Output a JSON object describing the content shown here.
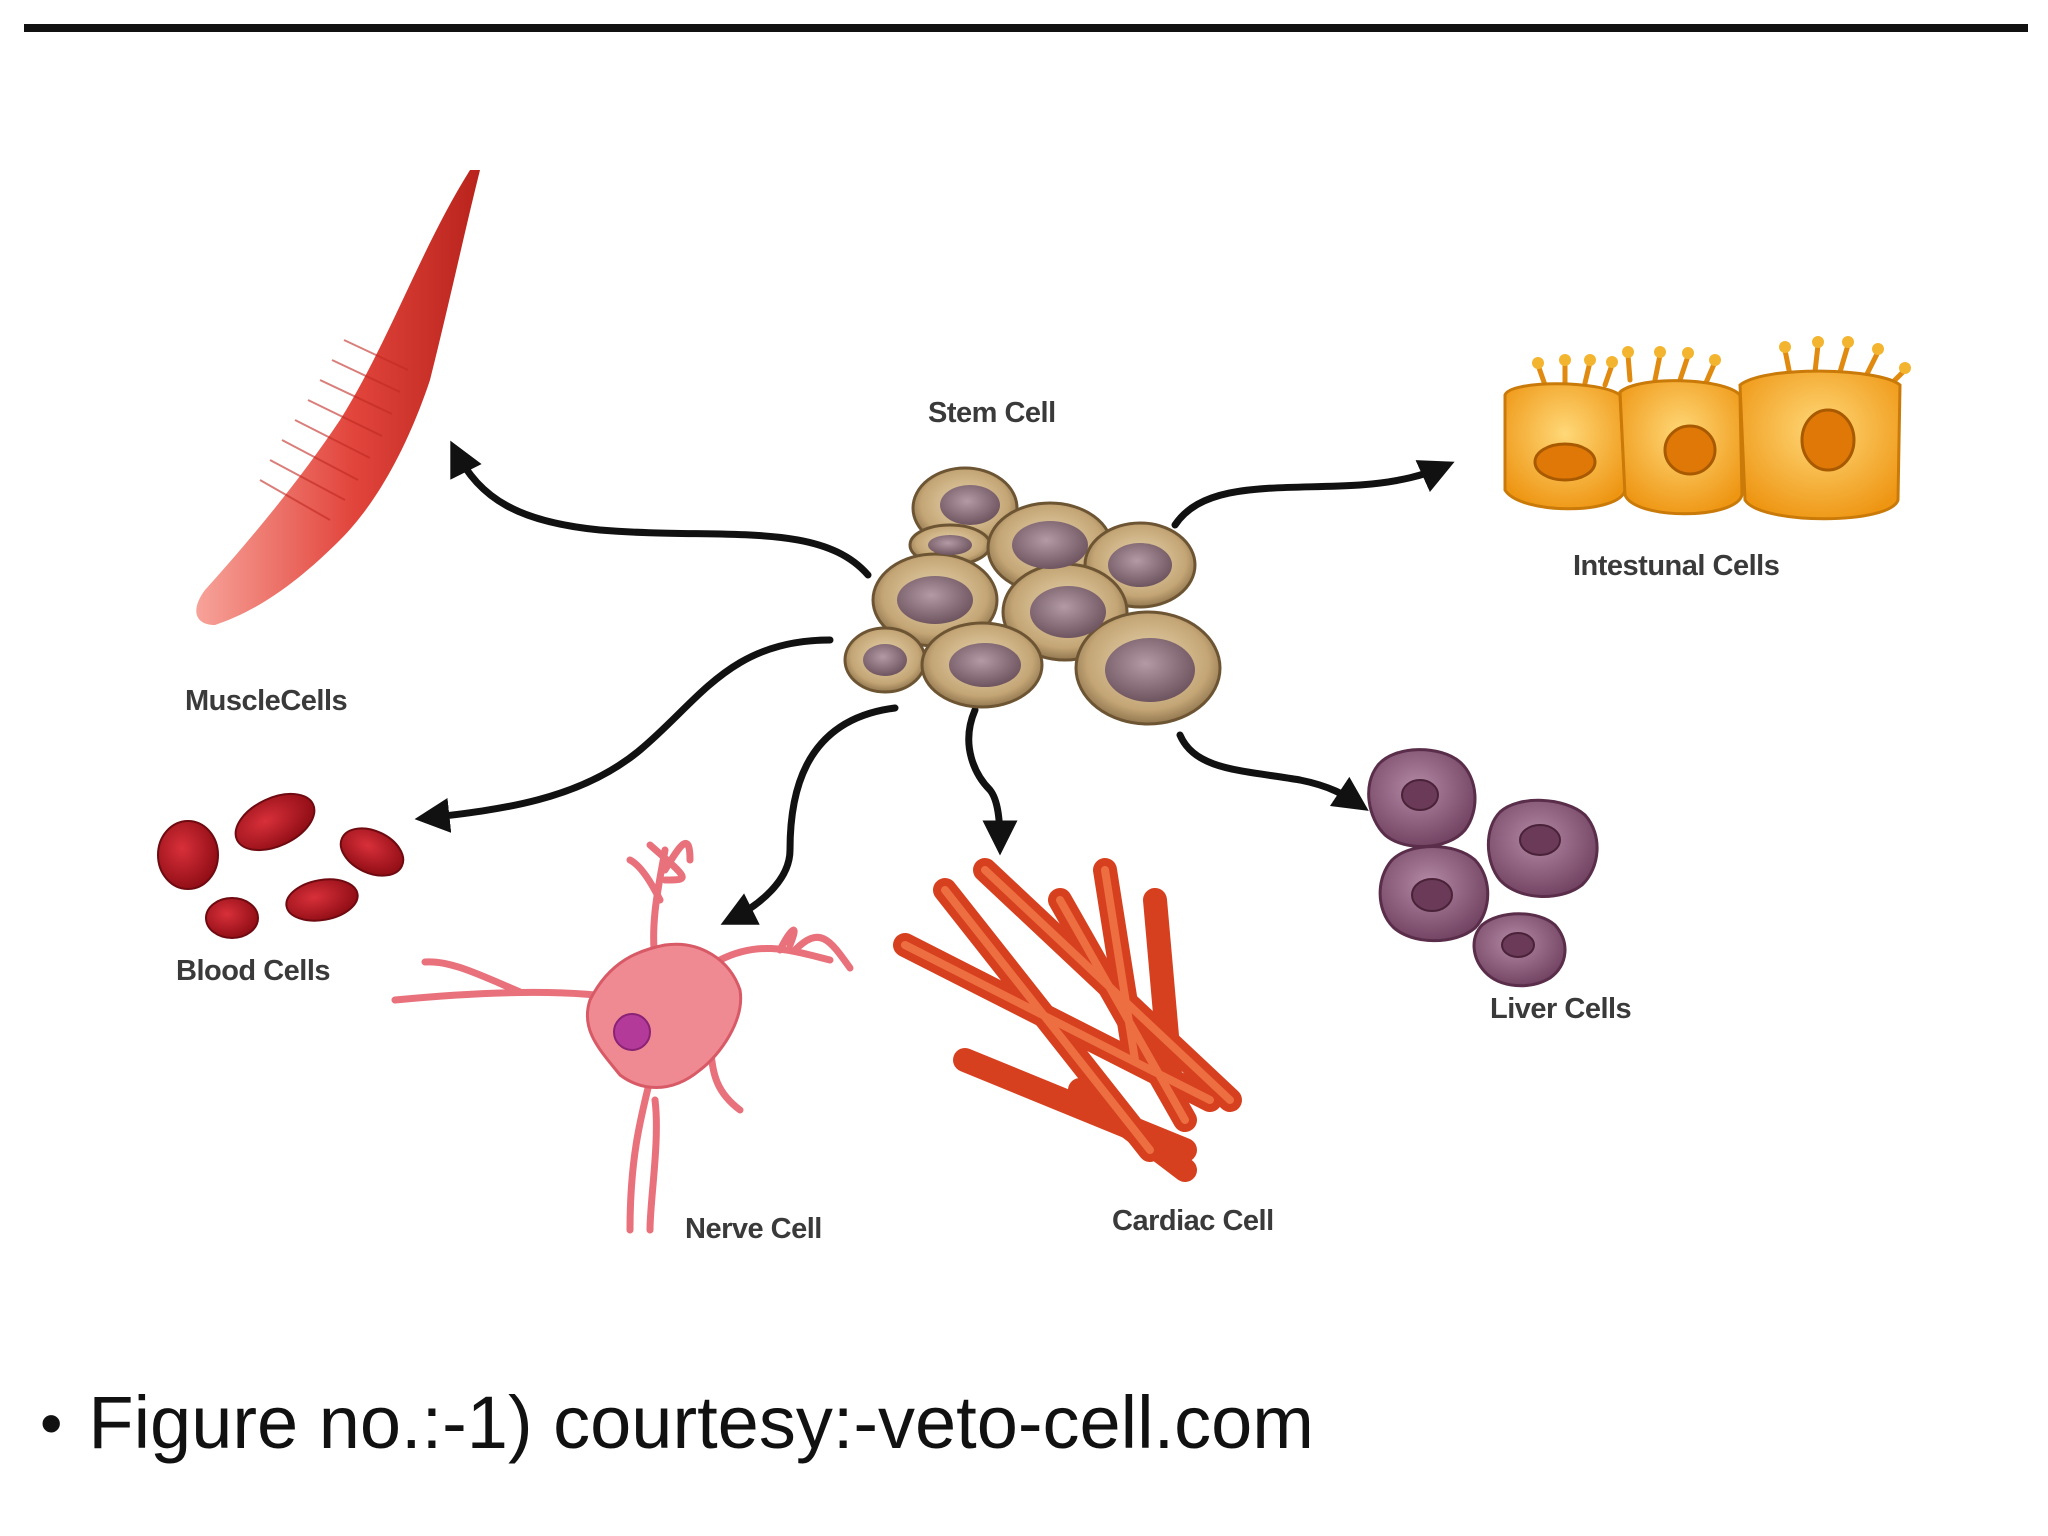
{
  "labels": {
    "stem": "Stem Cell",
    "muscle": "MuscleCells",
    "intestinal": "Intestunal Cells",
    "blood": "Blood Cells",
    "nerve": "Nerve Cell",
    "cardiac": "Cardiac Cell",
    "liver": "Liver Cells"
  },
  "caption": {
    "bullet": "•",
    "text": "Figure no.:-1) courtesy:-veto-cell.com"
  },
  "colors": {
    "arrow": "#111111",
    "stem": "#b09266",
    "muscle": "#e2453c",
    "intestinal": "#f5a51f",
    "blood": "#b5141c",
    "nerve": "#e8717b",
    "cardiac": "#e0552a",
    "liver": "#8a5a78"
  }
}
